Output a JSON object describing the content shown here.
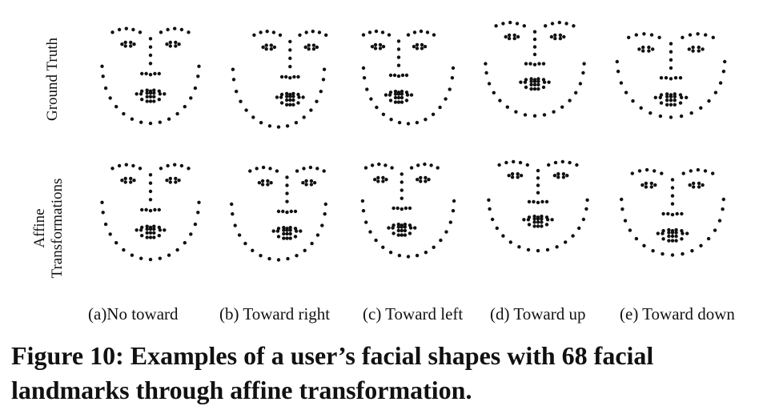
{
  "row_labels": {
    "top": "Ground Truth",
    "bottom_line1": "Affine",
    "bottom_line2": "Transformations"
  },
  "subfigure_labels": [
    "(a)No toward",
    "(b) Toward right",
    "(c) Toward left",
    "(d) Toward up",
    "(e) Toward down"
  ],
  "caption": "Figure 10: Examples of a user’s facial shapes with 68 facial landmarks through affine transformation.",
  "colors": {
    "dots": "#111111",
    "text": "#111111",
    "background": "#ffffff"
  },
  "landmarks_per_face": 68
}
